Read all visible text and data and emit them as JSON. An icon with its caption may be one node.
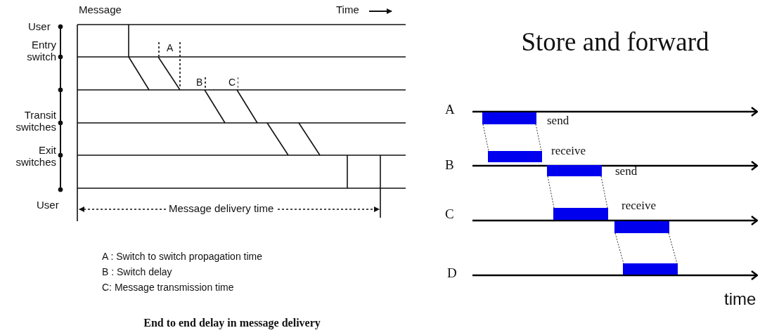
{
  "diagram": {
    "title": "Store and forward",
    "caption": "End to end delay in message delivery",
    "nodes": [
      {
        "text": [],
        "shape": "bar",
        "beside": [
          "send"
        ]
      },
      {
        "text": [],
        "shape": "bar",
        "beside": [
          "receive"
        ]
      },
      {
        "text": [],
        "shape": "bar",
        "beside": [
          "send"
        ]
      },
      {
        "text": [],
        "shape": "bar",
        "beside": [
          "receive"
        ]
      },
      {
        "text": [],
        "shape": "bar"
      },
      {
        "text": [],
        "shape": "bar"
      }
    ],
    "edges": [
      {
        "from": 0,
        "to": 1,
        "arrow": "none",
        "style": "dashed"
      },
      {
        "from": 0,
        "to": 1,
        "arrow": "none",
        "style": "dashed"
      },
      {
        "from": 2,
        "to": 3,
        "arrow": "none",
        "style": "dashed"
      },
      {
        "from": 2,
        "to": 3,
        "arrow": "none",
        "style": "dashed"
      },
      {
        "from": 4,
        "to": 5,
        "arrow": "none",
        "style": "dashed"
      },
      {
        "from": 4,
        "to": 5,
        "arrow": "none",
        "style": "dashed"
      }
    ],
    "labels": [
      "Message",
      "Time",
      "User",
      "Entry switch",
      "A",
      "B",
      "C",
      "Transit switches",
      "Exit switches",
      "User",
      "Message delivery time",
      "A : Switch to switch propagation time",
      "B : Switch delay",
      "C: Message transmission time",
      "A",
      "B",
      "C",
      "D",
      "time"
    ]
  }
}
